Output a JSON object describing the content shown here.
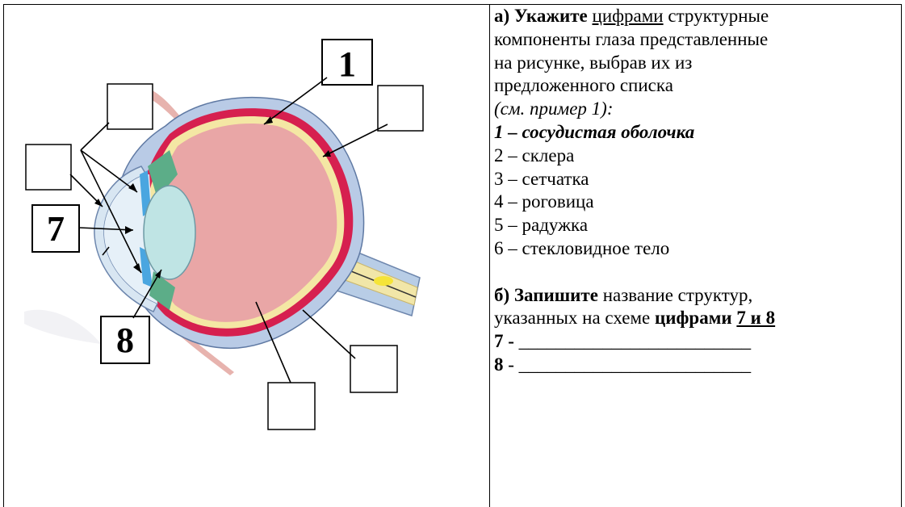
{
  "figure": {
    "labels": [
      "1",
      "7",
      "8"
    ]
  },
  "task_a": {
    "prefix": "а) ",
    "bold": "Укажите",
    "space": " ",
    "underlined": "цифрами",
    "rest": " структурные",
    "line2": "компоненты  глаза представленные",
    "line3": "на рисунке, выбрав их из",
    "line4": "предложенного списка",
    "line5": "(см. пример 1):",
    "example": "1 – сосудистая оболочка",
    "items": [
      "2 – склера",
      "3 – сетчатка",
      "4 – роговица",
      "5 – радужка",
      "6 – стекловидное тело"
    ]
  },
  "task_b": {
    "prefix": "б) ",
    "bold": "Запишите",
    "rest": " название структур,",
    "line2_pre": "указанных на схеме ",
    "line2_bold": "цифрами ",
    "line2_bold_u": "7 и 8",
    "answer7_num": "7 -",
    "answer7_blank": " _________________________",
    "answer8_num": "8",
    "answer8_blank": " - _________________________"
  }
}
